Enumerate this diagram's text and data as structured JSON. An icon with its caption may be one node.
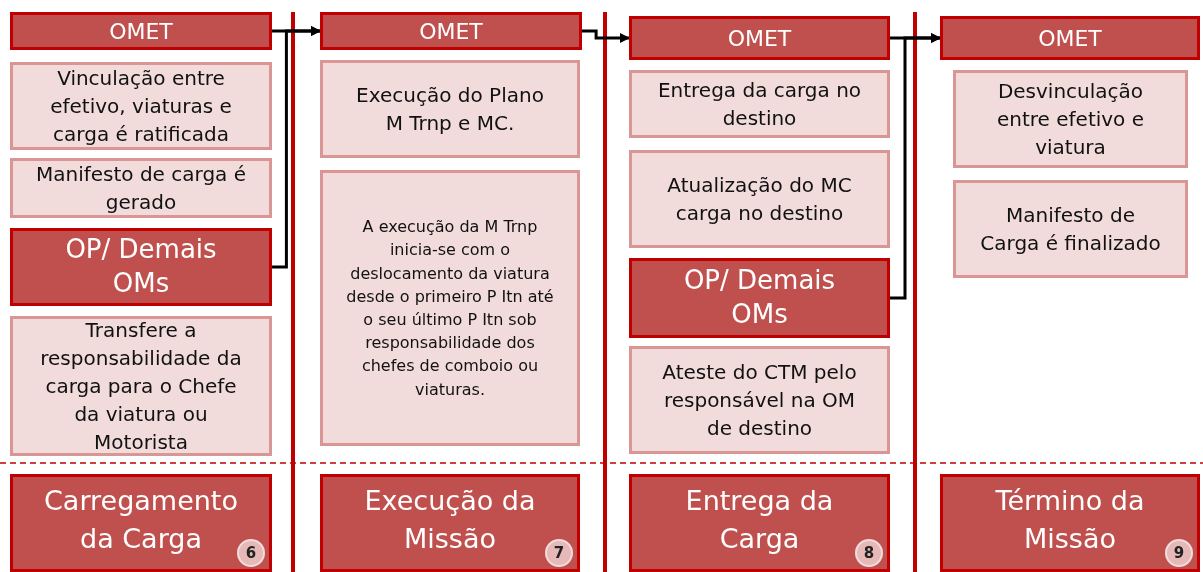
{
  "diagram": {
    "nodes": [
      {
        "text": [
          "OMET"
        ]
      },
      {
        "text": [
          "Vinculação entre efetivo, viaturas e carga é ratificada"
        ]
      },
      {
        "text": [
          "Manifesto de carga é gerado"
        ]
      },
      {
        "text": [
          "OP/ Demais OMs"
        ]
      },
      {
        "text": [
          "Transfere a responsabilidade da carga para o Chefe da viatura ou Motorista"
        ]
      },
      {
        "text": [
          "Carregamento da Carga",
          "6"
        ]
      },
      {
        "text": [
          "OMET"
        ]
      },
      {
        "text": [
          "Execução do Plano M Trnp e MC."
        ]
      },
      {
        "text": [
          "A execução da M Trnp inicia-se com o deslocamento da viatura desde o primeiro P Itn até o seu último P Itn sob responsabilidade dos chefes de comboio ou viaturas."
        ]
      },
      {
        "text": [
          "Execução da Missão",
          "7"
        ]
      },
      {
        "text": [
          "OMET"
        ]
      },
      {
        "text": [
          "Entrega da carga no destino"
        ]
      },
      {
        "text": [
          "Atualização do MC carga no destino"
        ]
      },
      {
        "text": [
          "OP/ Demais OMs"
        ]
      },
      {
        "text": [
          "Ateste do CTM pelo responsável na OM de destino"
        ]
      },
      {
        "text": [
          "Entrega da Carga",
          "8"
        ]
      },
      {
        "text": [
          "OMET"
        ]
      },
      {
        "text": [
          "Desvinculação entre efetivo e viatura"
        ]
      },
      {
        "text": [
          "Manifesto de Carga é finalizado"
        ]
      },
      {
        "text": [
          "Término da Missão",
          "9"
        ]
      }
    ],
    "edges": [
      {
        "from": 0,
        "to": 6,
        "arrow": "to"
      },
      {
        "from": 3,
        "to": 6,
        "arrow": "to"
      },
      {
        "from": 6,
        "to": 10,
        "arrow": "to"
      },
      {
        "from": 10,
        "to": 16,
        "arrow": "to"
      },
      {
        "from": 13,
        "to": 16,
        "arrow": "to"
      }
    ]
  }
}
